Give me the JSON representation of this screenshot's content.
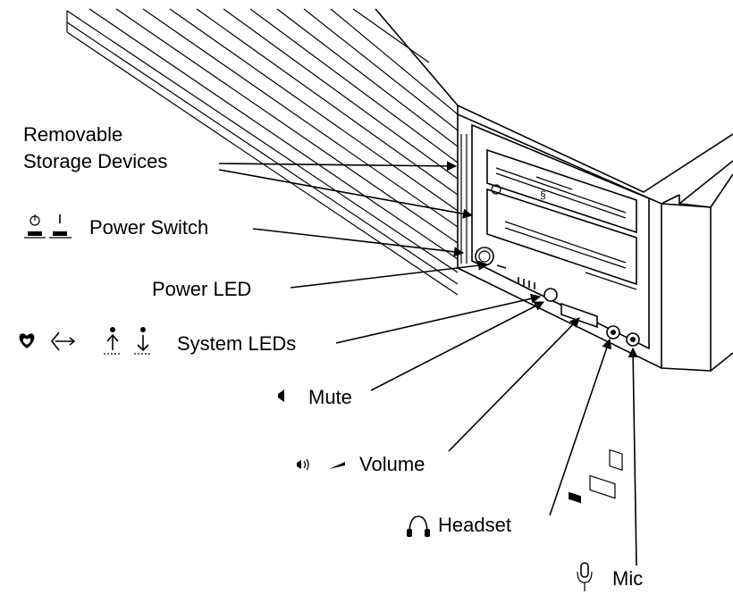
{
  "labels": {
    "removable_line1": "Removable",
    "removable_line2": "Storage Devices",
    "power_switch": "Power Switch",
    "power_led": "Power LED",
    "system_leds": "System LEDs",
    "mute": "Mute",
    "volume": "Volume",
    "headset": "Headset",
    "mic": "Mic"
  },
  "icons": {
    "power_switch": [
      "standby-power-icon",
      "power-on-icon"
    ],
    "system_leds": [
      "heart-icon",
      "network-icon",
      "disk-up-icon",
      "disk-down-icon"
    ],
    "mute": "speaker-mute-icon",
    "volume": [
      "speaker-volume-icon",
      "volume-slider-icon"
    ],
    "headset": "headphones-icon",
    "mic": "microphone-icon"
  }
}
